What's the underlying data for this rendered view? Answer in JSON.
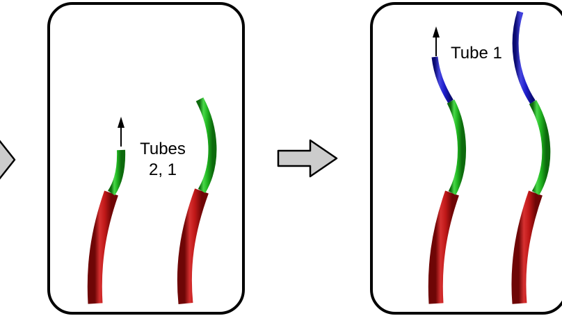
{
  "panels": {
    "middle": {
      "label_line1": "Tubes",
      "label_line2": "2, 1"
    },
    "right": {
      "label": "Tube 1"
    }
  },
  "colors": {
    "outer_tube": "#c81717",
    "middle_tube": "#1fb51f",
    "inner_tube": "#1f1fcc",
    "flow_arrow_fill": "#cccccc",
    "stroke": "#000000"
  }
}
